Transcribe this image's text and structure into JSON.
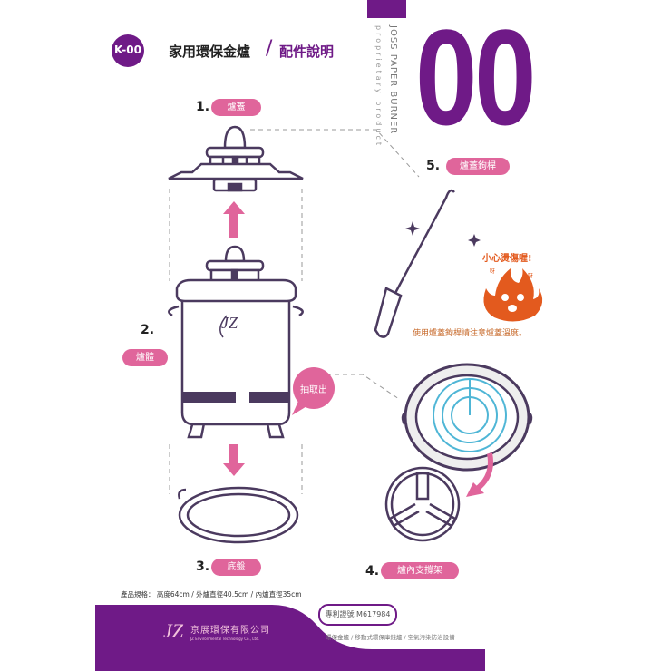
{
  "header": {
    "badge": "K-00",
    "title": "家用環保金爐",
    "slash": "/",
    "subtitle": "配件說明",
    "big_number": "00",
    "vertical_title": "JOSS PAPER BURNER",
    "vertical_subtitle": "proprietary product"
  },
  "parts": [
    {
      "number": "1.",
      "label": "爐蓋"
    },
    {
      "number": "2.",
      "label": "爐體"
    },
    {
      "number": "3.",
      "label": "底盤"
    },
    {
      "number": "4.",
      "label": "爐內支撐架"
    },
    {
      "number": "5.",
      "label": "爐蓋鉤桿"
    }
  ],
  "callouts": {
    "pull_out": "抽取出",
    "warning_title": "小心燙傷喔!",
    "warning_caption": "使用爐蓋鉤桿請注意爐蓋溫度。",
    "mascot_marks": "呀"
  },
  "specs": "產品規格： 高度64cm / 外爐直徑40.5cm / 內爐直徑35cm",
  "footer": {
    "company_name": "京展環保有限公司",
    "company_english": "JZ Environmental Technology Co., Ltd.",
    "logo_text": "JZ",
    "patent": "專利證號  M617984",
    "products": [
      "環保金爐",
      "移動式環保庫錢爐",
      "空氣污染防治設備"
    ]
  },
  "colors": {
    "purple": "#6f1a87",
    "pink": "#e0659b",
    "outline": "#4b3a5f",
    "orange": "#e35a1e"
  }
}
